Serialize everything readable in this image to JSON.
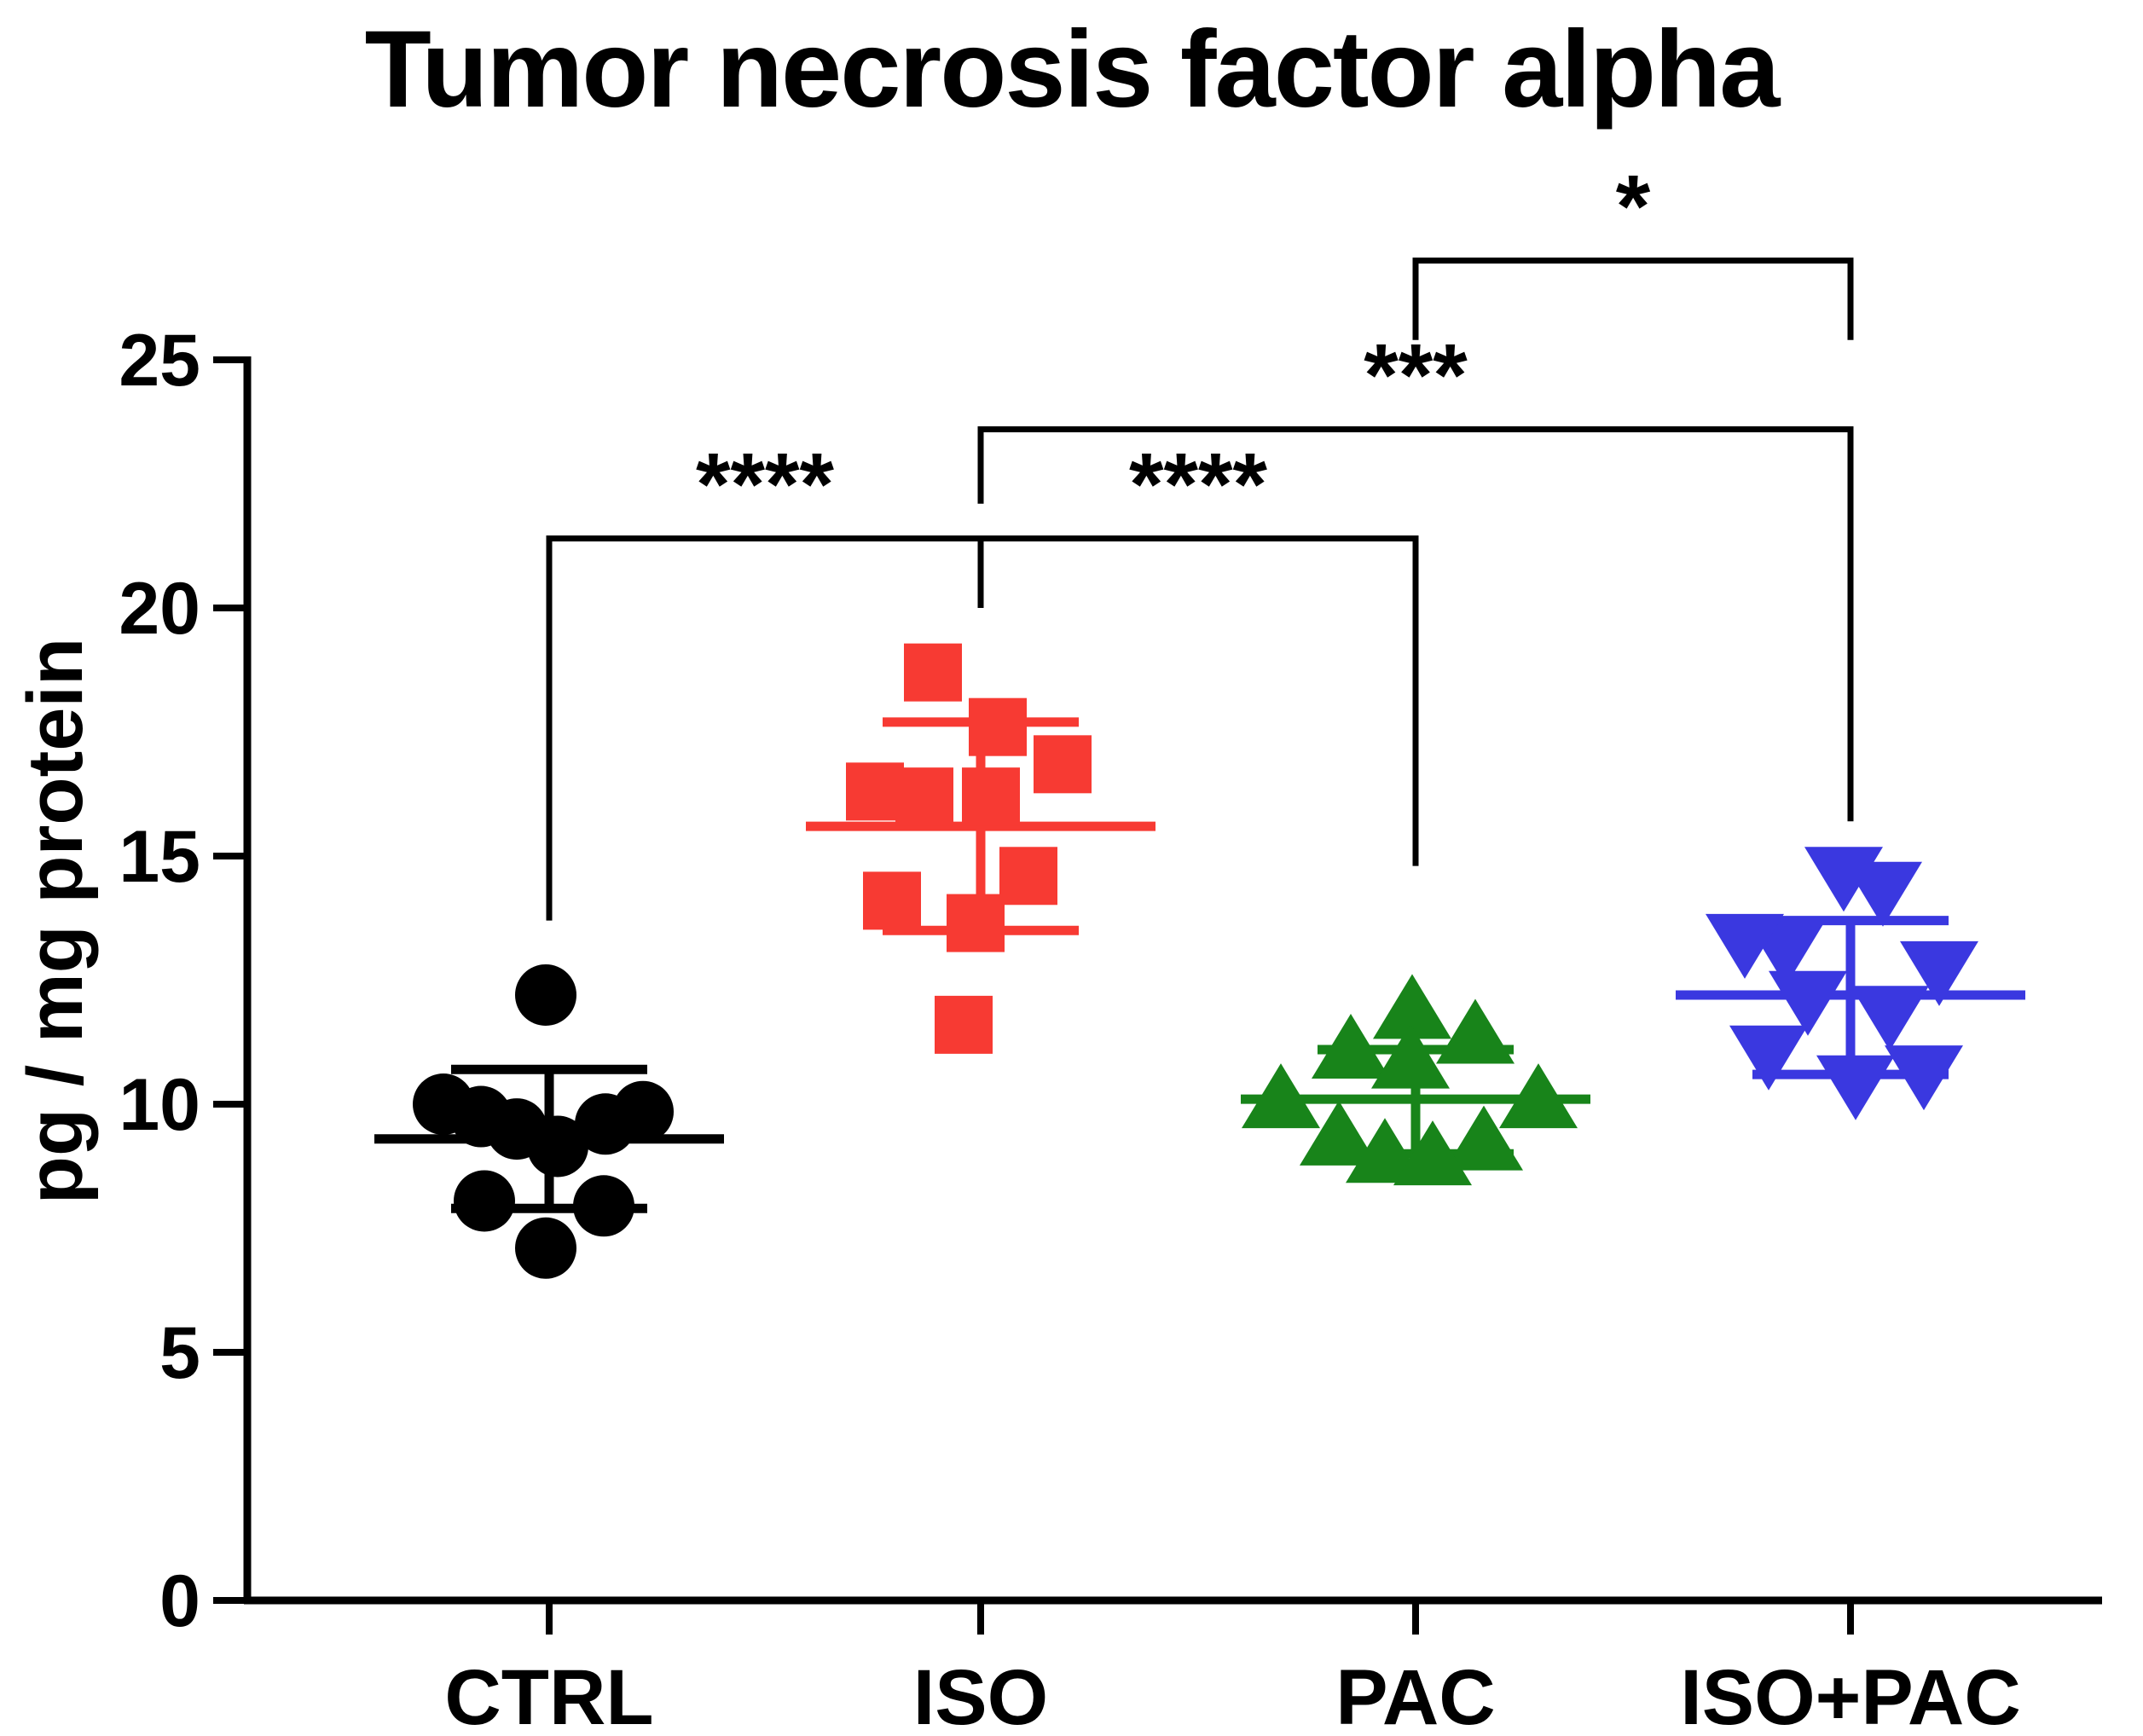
{
  "chart_data": {
    "type": "scatter",
    "title": "Tumor necrosis factor alpha",
    "xlabel": "",
    "ylabel": "pg / mg protein",
    "ylim": [
      0,
      25
    ],
    "yticks": [
      0,
      5,
      10,
      15,
      20,
      25
    ],
    "ytick_labels": [
      "0",
      "5",
      "10",
      "15",
      "20",
      "25"
    ],
    "grid": false,
    "legend": "none",
    "categories": [
      "CTRL",
      "ISO",
      "PAC",
      "ISO+PAC"
    ],
    "series": [
      {
        "name": "CTRL",
        "marker": "circle",
        "color": "#000000",
        "mean": 9.3,
        "sd_upper": 10.7,
        "sd_lower": 7.9,
        "values": [
          12.2,
          10.0,
          9.7,
          9.4,
          9.2,
          9.6,
          9.9,
          8.0,
          8.0,
          7.1
        ],
        "points": [
          {
            "value": 12.2,
            "offset": -0.02
          },
          {
            "value": 10.0,
            "offset": -0.62
          },
          {
            "value": 9.75,
            "offset": -0.4
          },
          {
            "value": 9.5,
            "offset": -0.19
          },
          {
            "value": 9.15,
            "offset": 0.05
          },
          {
            "value": 9.6,
            "offset": 0.33
          },
          {
            "value": 9.85,
            "offset": 0.55
          },
          {
            "value": 8.05,
            "offset": -0.38
          },
          {
            "value": 7.95,
            "offset": 0.32
          },
          {
            "value": 7.1,
            "offset": -0.02
          }
        ]
      },
      {
        "name": "ISO",
        "marker": "square",
        "color": "#F73A33",
        "mean": 15.6,
        "sd_upper": 17.7,
        "sd_lower": 13.5,
        "values": [
          18.7,
          17.6,
          16.8,
          16.3,
          16.2,
          16.2,
          14.6,
          14.1,
          13.7,
          11.6
        ],
        "points": [
          {
            "value": 18.7,
            "offset": -0.28
          },
          {
            "value": 17.6,
            "offset": 0.1
          },
          {
            "value": 16.85,
            "offset": 0.48
          },
          {
            "value": 16.3,
            "offset": -0.62
          },
          {
            "value": 16.2,
            "offset": -0.33
          },
          {
            "value": 16.2,
            "offset": 0.06
          },
          {
            "value": 14.6,
            "offset": 0.28
          },
          {
            "value": 14.1,
            "offset": -0.52
          },
          {
            "value": 13.65,
            "offset": -0.03
          },
          {
            "value": 11.6,
            "offset": -0.1
          }
        ]
      },
      {
        "name": "PAC",
        "marker": "triangle-up",
        "color": "#18841A",
        "mean": 10.1,
        "sd_upper": 11.1,
        "sd_lower": 9.0,
        "values": [
          11.9,
          11.4,
          11.1,
          10.9,
          10.1,
          10.1,
          9.6,
          9.2,
          9.0,
          8.9
        ],
        "points": [
          {
            "value": 11.9,
            "offset": -0.02
          },
          {
            "value": 11.4,
            "offset": 0.35
          },
          {
            "value": 11.1,
            "offset": -0.38
          },
          {
            "value": 10.9,
            "offset": -0.03
          },
          {
            "value": 10.1,
            "offset": -0.79
          },
          {
            "value": 10.1,
            "offset": 0.72
          },
          {
            "value": 9.35,
            "offset": -0.45
          },
          {
            "value": 9.25,
            "offset": 0.4
          },
          {
            "value": 9.0,
            "offset": -0.18
          },
          {
            "value": 8.95,
            "offset": 0.1
          }
        ]
      },
      {
        "name": "ISO+PAC",
        "marker": "triangle-down",
        "color": "#3A38E0",
        "mean": 12.2,
        "sd_upper": 13.7,
        "sd_lower": 10.6,
        "values": [
          14.6,
          14.3,
          13.2,
          13.0,
          12.7,
          12.2,
          11.8,
          11.4,
          10.9,
          10.4
        ],
        "points": [
          {
            "value": 14.6,
            "offset": -0.04
          },
          {
            "value": 14.3,
            "offset": 0.19
          },
          {
            "value": 13.1,
            "offset": -0.38
          },
          {
            "value": 13.25,
            "offset": -0.62
          },
          {
            "value": 12.7,
            "offset": 0.52
          },
          {
            "value": 12.1,
            "offset": -0.25
          },
          {
            "value": 11.8,
            "offset": 0.23
          },
          {
            "value": 11.0,
            "offset": -0.48
          },
          {
            "value": 10.4,
            "offset": 0.03
          },
          {
            "value": 10.6,
            "offset": 0.43
          }
        ]
      }
    ],
    "annotations": [
      {
        "label": "****",
        "from": "CTRL",
        "to": "ISO",
        "y": 21.4,
        "drop_left": 13.7,
        "drop_right": 20.0
      },
      {
        "label": "****",
        "from": "ISO",
        "to": "PAC",
        "y": 21.4,
        "drop_left": 20.0,
        "drop_right": 14.8
      },
      {
        "label": "***",
        "from": "ISO",
        "to": "ISO+PAC",
        "y": 23.6,
        "drop_left": 22.1,
        "drop_right": 15.7
      },
      {
        "label": "*",
        "from": "PAC",
        "to": "ISO+PAC",
        "y": 27.0,
        "drop_left": 25.4,
        "drop_right": 25.4
      }
    ]
  }
}
